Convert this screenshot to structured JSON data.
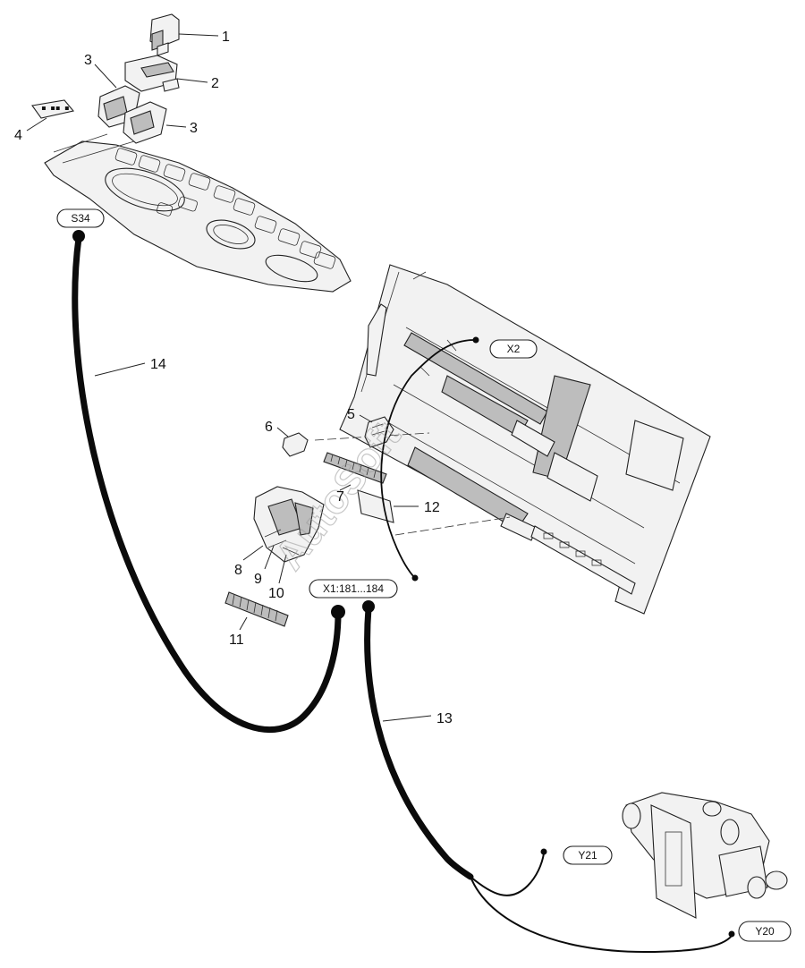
{
  "diagram": {
    "callouts": [
      "1",
      "2",
      "3",
      "3",
      "4",
      "5",
      "6",
      "7",
      "8",
      "9",
      "10",
      "11",
      "12",
      "13",
      "14"
    ],
    "connectors": [
      "S34",
      "X2",
      "X1:181...184",
      "Y21",
      "Y20"
    ],
    "watermark": "AutoSoft",
    "colors": {
      "line": "#111111",
      "cable": "#0b0b0b",
      "background": "#ffffff"
    }
  }
}
